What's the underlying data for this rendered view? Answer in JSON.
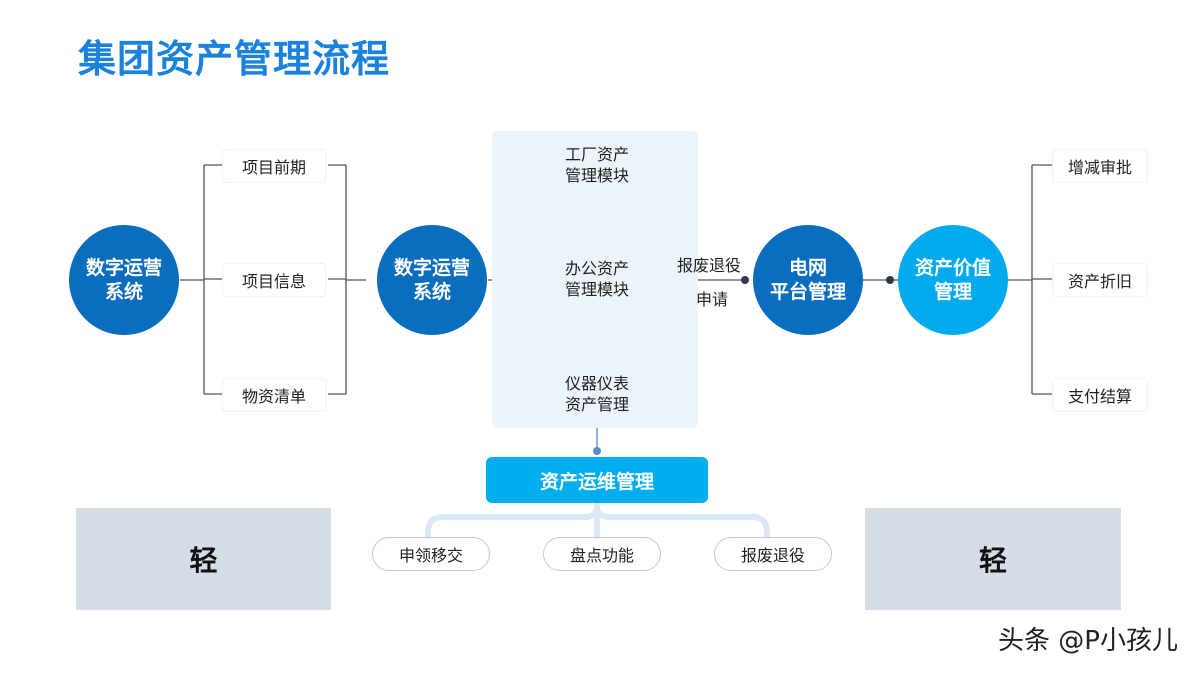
{
  "title": "集团资产管理流程",
  "circles": {
    "left": "数字运营系统",
    "left_lines": [
      "数字运营",
      "系统"
    ],
    "middle_lines": [
      "数字运营",
      "系统"
    ],
    "grid_lines": [
      "电网",
      "平台管理"
    ],
    "value_lines": [
      "资产价值",
      "管理"
    ]
  },
  "project_items": [
    "项目前期",
    "项目信息",
    "物资清单"
  ],
  "modules": [
    [
      "工厂资产",
      "管理模块"
    ],
    [
      "办公资产",
      "管理模块"
    ],
    [
      "仪器仪表",
      "资产管理"
    ]
  ],
  "connector_label": [
    "报废退役",
    "申请"
  ],
  "value_items": [
    "增减审批",
    "资产折旧",
    "支付结算"
  ],
  "ops": {
    "title": "资产运维管理",
    "items": [
      "申领移交",
      "盘点功能",
      "报废退役"
    ]
  },
  "side_labels": [
    "轻",
    "轻"
  ],
  "watermark": "头条 @P小孩儿",
  "colors": {
    "title": "#1a82dc",
    "dark_circle": "#0b6dbd",
    "light_circle": "#00aaec",
    "panel": "#edf3fa",
    "gray": "#d6dde7"
  }
}
